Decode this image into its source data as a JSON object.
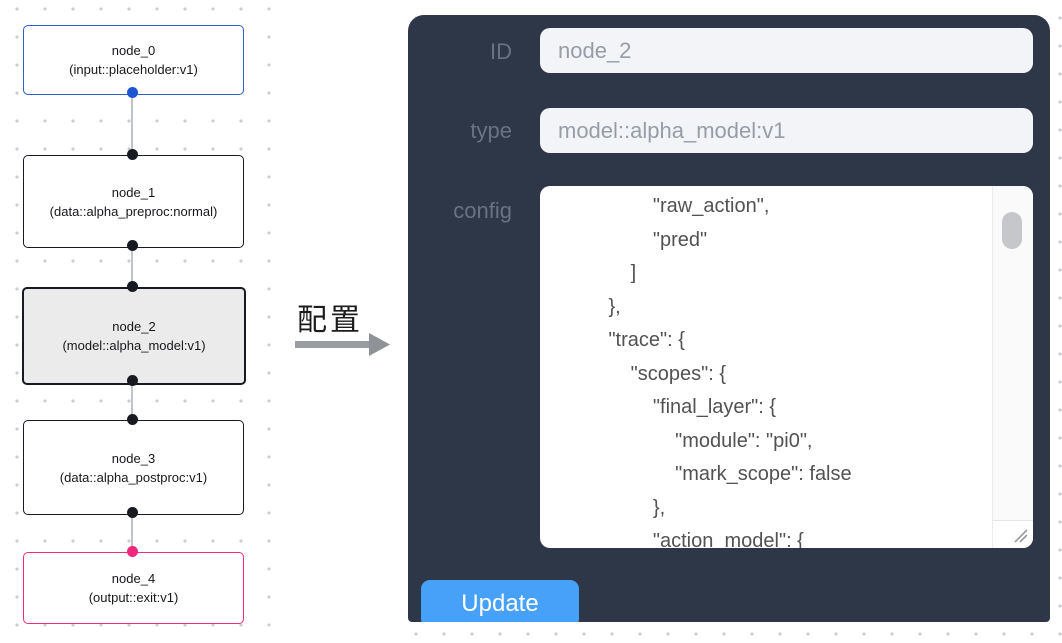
{
  "flow": {
    "nodes": [
      {
        "name": "node_0",
        "type": "(input::placeholder:v1)"
      },
      {
        "name": "node_1",
        "type": "(data::alpha_preproc:normal)"
      },
      {
        "name": "node_2",
        "type": "(model::alpha_model:v1)"
      },
      {
        "name": "node_3",
        "type": "(data::alpha_postproc:v1)"
      },
      {
        "name": "node_4",
        "type": "(output::exit:v1)"
      }
    ],
    "colors": {
      "input_node_border": "#2c5fc8",
      "default_node_border": "#171a21",
      "selected_node_bg": "#ebebeb",
      "output_node_border": "#ee2e7b",
      "edge": "#c0c3c8"
    }
  },
  "annotation": {
    "label": "配置"
  },
  "panel": {
    "bg_color": "#2d3748",
    "id_label": "ID",
    "id_value": "node_2",
    "type_label": "type",
    "type_value": "model::alpha_model:v1",
    "config_label": "config",
    "config_value": "                \"raw_action\",\n                \"pred\"\n            ]\n        },\n        \"trace\": {\n            \"scopes\": {\n                \"final_layer\": {\n                    \"module\": \"pi0\",\n                    \"mark_scope\": false\n                },\n                \"action_model\": {",
    "update_label": "Update",
    "button_color": "#47a1f8"
  }
}
